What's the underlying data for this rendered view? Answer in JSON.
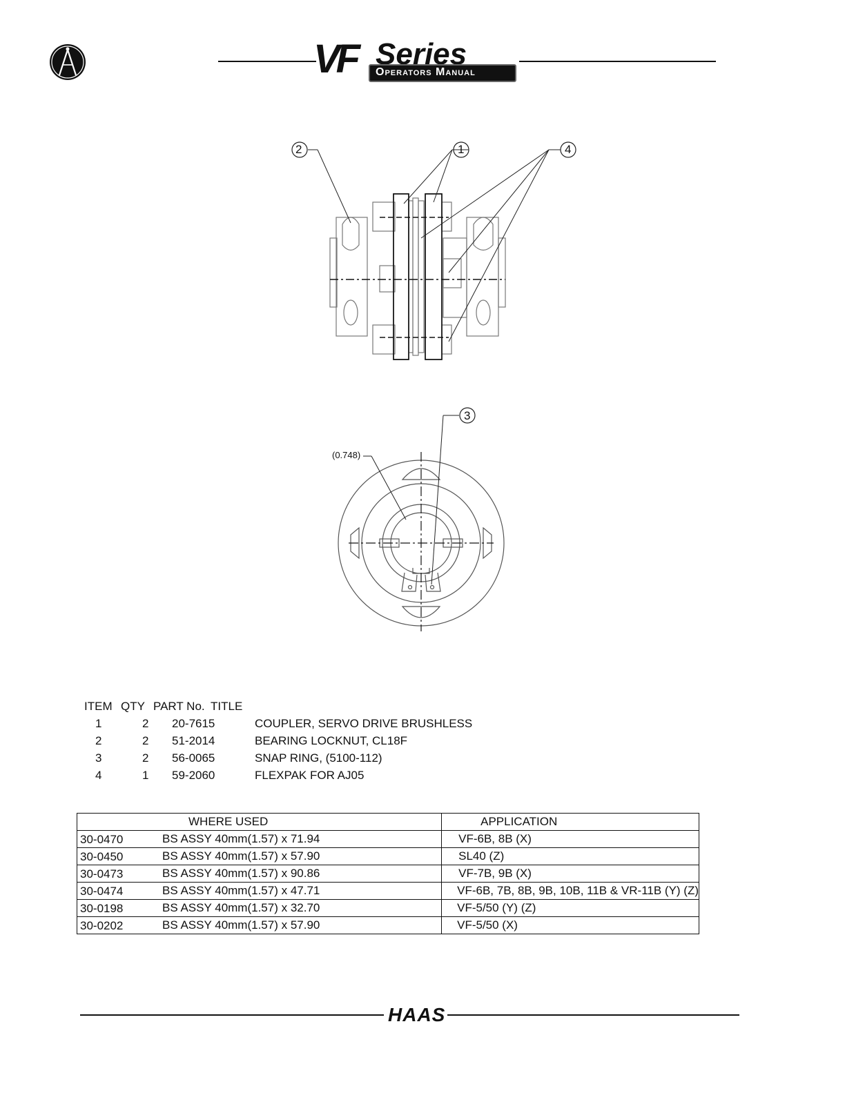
{
  "header": {
    "brand_main": "VF",
    "brand_series": "Series",
    "brand_sub": "Operators Manual"
  },
  "drawing": {
    "callouts": [
      "1",
      "2",
      "3",
      "4"
    ],
    "dimension": "(0.748)"
  },
  "parts_list": {
    "headers": [
      "ITEM",
      "QTY",
      "PART No.",
      "TITLE"
    ],
    "rows": [
      {
        "item": "1",
        "qty": "2",
        "part": "20-7615",
        "title": "COUPLER, SERVO DRIVE BRUSHLESS"
      },
      {
        "item": "2",
        "qty": "2",
        "part": "51-2014",
        "title": "BEARING LOCKNUT, CL18F"
      },
      {
        "item": "3",
        "qty": "2",
        "part": "56-0065",
        "title": "SNAP RING, (5100-112)"
      },
      {
        "item": "4",
        "qty": "1",
        "part": "59-2060",
        "title": "FLEXPAK FOR AJ05"
      }
    ]
  },
  "where_used": {
    "headers": [
      "WHERE USED",
      "APPLICATION"
    ],
    "rows": [
      {
        "part": "30-0470",
        "desc": "BS ASSY 40mm(1.57) x 71.94",
        "app": "VF-6B, 8B (X)"
      },
      {
        "part": "30-0450",
        "desc": "BS ASSY 40mm(1.57) x 57.90",
        "app": "SL40 (Z)"
      },
      {
        "part": "30-0473",
        "desc": "BS ASSY 40mm(1.57) x 90.86",
        "app": "VF-7B, 9B (X)"
      },
      {
        "part": "30-0474",
        "desc": "BS ASSY 40mm(1.57) x 47.71",
        "app": "VF-6B, 7B, 8B, 9B, 10B, 11B & VR-11B  (Y) (Z)"
      },
      {
        "part": "30-0198",
        "desc": "BS ASSY 40mm(1.57) x 32.70",
        "app": "VF-5/50 (Y) (Z)"
      },
      {
        "part": "30-0202",
        "desc": "BS ASSY 40mm(1.57) x 57.90",
        "app": "VF-5/50 (X)"
      }
    ]
  },
  "footer": {
    "logo_text": "HAAS"
  }
}
